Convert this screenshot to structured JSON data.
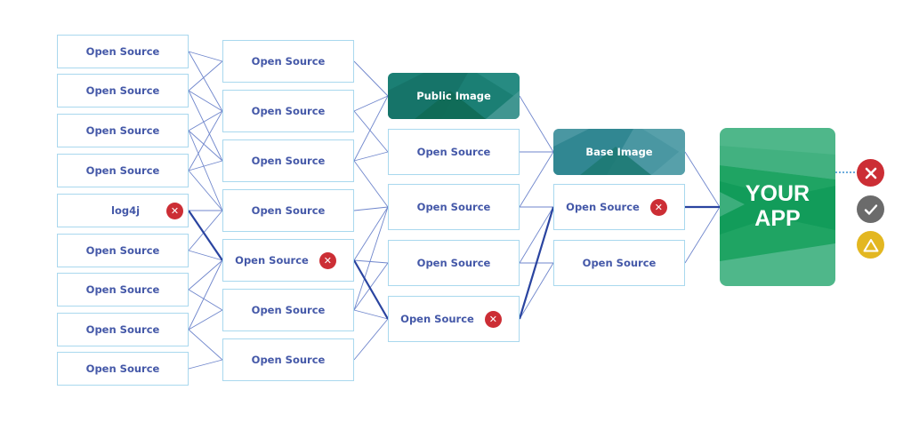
{
  "colors": {
    "box_border": "#a9d8ee",
    "box_text": "#4458a8",
    "wire": "#6f86cc",
    "wire_bold": "#2a44a0",
    "error": "#cc2e35",
    "ok": "#6b6b6b",
    "warning": "#e3b721",
    "app_green": "#1fa463",
    "image_teal": "#1a7e78"
  },
  "columns": [
    {
      "name": "direct-dependencies",
      "nodes": [
        {
          "label": "Open Source",
          "vulnerable": false
        },
        {
          "label": "Open Source",
          "vulnerable": false
        },
        {
          "label": "Open Source",
          "vulnerable": false
        },
        {
          "label": "Open Source",
          "vulnerable": false
        },
        {
          "label": "log4j",
          "vulnerable": true
        },
        {
          "label": "Open Source",
          "vulnerable": false
        },
        {
          "label": "Open Source",
          "vulnerable": false
        },
        {
          "label": "Open Source",
          "vulnerable": false
        },
        {
          "label": "Open Source",
          "vulnerable": false
        }
      ]
    },
    {
      "name": "transitive-dependencies",
      "nodes": [
        {
          "label": "Open Source",
          "vulnerable": false
        },
        {
          "label": "Open Source",
          "vulnerable": false
        },
        {
          "label": "Open Source",
          "vulnerable": false
        },
        {
          "label": "Open Source",
          "vulnerable": false
        },
        {
          "label": "Open Source",
          "vulnerable": true
        },
        {
          "label": "Open Source",
          "vulnerable": false
        },
        {
          "label": "Open Source",
          "vulnerable": false
        }
      ]
    },
    {
      "name": "public-image-layer",
      "nodes": [
        {
          "label": "Public Image",
          "type": "image"
        },
        {
          "label": "Open Source",
          "vulnerable": false
        },
        {
          "label": "Open Source",
          "vulnerable": false
        },
        {
          "label": "Open Source",
          "vulnerable": false
        },
        {
          "label": "Open Source",
          "vulnerable": true
        }
      ]
    },
    {
      "name": "base-image-layer",
      "nodes": [
        {
          "label": "Base Image",
          "type": "image"
        },
        {
          "label": "Open Source",
          "vulnerable": true
        },
        {
          "label": "Open Source",
          "vulnerable": false
        }
      ]
    }
  ],
  "edges": [
    [
      [
        0,
        0
      ],
      [
        1,
        0
      ],
      false
    ],
    [
      [
        0,
        0
      ],
      [
        1,
        1
      ],
      false
    ],
    [
      [
        0,
        1
      ],
      [
        1,
        0
      ],
      false
    ],
    [
      [
        0,
        1
      ],
      [
        1,
        1
      ],
      false
    ],
    [
      [
        0,
        1
      ],
      [
        1,
        2
      ],
      false
    ],
    [
      [
        0,
        2
      ],
      [
        1,
        1
      ],
      false
    ],
    [
      [
        0,
        2
      ],
      [
        1,
        2
      ],
      false
    ],
    [
      [
        0,
        2
      ],
      [
        1,
        3
      ],
      false
    ],
    [
      [
        0,
        3
      ],
      [
        1,
        1
      ],
      false
    ],
    [
      [
        0,
        3
      ],
      [
        1,
        2
      ],
      false
    ],
    [
      [
        0,
        3
      ],
      [
        1,
        3
      ],
      false
    ],
    [
      [
        0,
        4
      ],
      [
        1,
        3
      ],
      false
    ],
    [
      [
        0,
        4
      ],
      [
        1,
        4
      ],
      true
    ],
    [
      [
        0,
        5
      ],
      [
        1,
        3
      ],
      false
    ],
    [
      [
        0,
        5
      ],
      [
        1,
        4
      ],
      false
    ],
    [
      [
        0,
        6
      ],
      [
        1,
        4
      ],
      false
    ],
    [
      [
        0,
        6
      ],
      [
        1,
        5
      ],
      false
    ],
    [
      [
        0,
        7
      ],
      [
        1,
        4
      ],
      false
    ],
    [
      [
        0,
        7
      ],
      [
        1,
        5
      ],
      false
    ],
    [
      [
        0,
        7
      ],
      [
        1,
        6
      ],
      false
    ],
    [
      [
        0,
        8
      ],
      [
        1,
        6
      ],
      false
    ],
    [
      [
        1,
        0
      ],
      [
        2,
        0
      ],
      false
    ],
    [
      [
        1,
        1
      ],
      [
        2,
        0
      ],
      false
    ],
    [
      [
        1,
        1
      ],
      [
        2,
        1
      ],
      false
    ],
    [
      [
        1,
        2
      ],
      [
        2,
        0
      ],
      false
    ],
    [
      [
        1,
        2
      ],
      [
        2,
        1
      ],
      false
    ],
    [
      [
        1,
        2
      ],
      [
        2,
        2
      ],
      false
    ],
    [
      [
        1,
        3
      ],
      [
        2,
        2
      ],
      false
    ],
    [
      [
        1,
        4
      ],
      [
        2,
        2
      ],
      false
    ],
    [
      [
        1,
        4
      ],
      [
        2,
        3
      ],
      false
    ],
    [
      [
        1,
        4
      ],
      [
        2,
        4
      ],
      true
    ],
    [
      [
        1,
        5
      ],
      [
        2,
        2
      ],
      false
    ],
    [
      [
        1,
        5
      ],
      [
        2,
        3
      ],
      false
    ],
    [
      [
        1,
        5
      ],
      [
        2,
        4
      ],
      false
    ],
    [
      [
        1,
        6
      ],
      [
        2,
        4
      ],
      false
    ],
    [
      [
        2,
        0
      ],
      [
        3,
        0
      ],
      false
    ],
    [
      [
        2,
        1
      ],
      [
        3,
        0
      ],
      false
    ],
    [
      [
        2,
        2
      ],
      [
        3,
        0
      ],
      false
    ],
    [
      [
        2,
        2
      ],
      [
        3,
        1
      ],
      false
    ],
    [
      [
        2,
        3
      ],
      [
        3,
        1
      ],
      false
    ],
    [
      [
        2,
        3
      ],
      [
        3,
        2
      ],
      false
    ],
    [
      [
        2,
        4
      ],
      [
        3,
        1
      ],
      true
    ],
    [
      [
        2,
        4
      ],
      [
        3,
        2
      ],
      false
    ],
    [
      [
        3,
        0
      ],
      [
        4,
        0
      ],
      false
    ],
    [
      [
        3,
        1
      ],
      [
        4,
        0
      ],
      true
    ],
    [
      [
        3,
        2
      ],
      [
        4,
        0
      ],
      false
    ]
  ],
  "app": {
    "line1": "YOUR",
    "line2": "APP"
  },
  "statuses": [
    {
      "name": "error",
      "icon": "x-icon"
    },
    {
      "name": "ok",
      "icon": "check-icon"
    },
    {
      "name": "warning",
      "icon": "warning-triangle-icon"
    }
  ]
}
